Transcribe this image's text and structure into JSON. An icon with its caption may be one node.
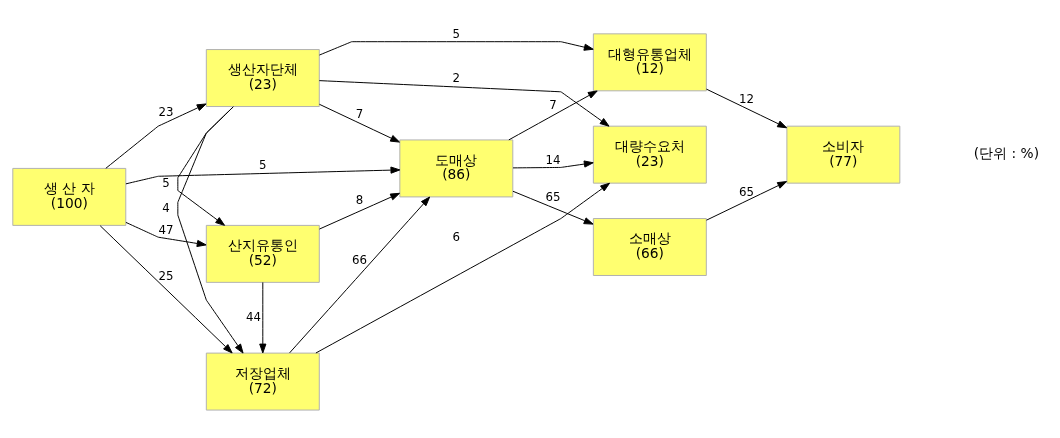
{
  "diagram": {
    "nodes": [
      {
        "text": [
          "산지유통인",
          "(52)"
        ]
      },
      {
        "text": [
          "생 산 자",
          "(100)"
        ]
      },
      {
        "text": [
          "저장업체",
          "(72)"
        ]
      },
      {
        "text": [
          "생산자단체",
          "(23)"
        ]
      },
      {
        "text": [
          "도매상",
          "(86)"
        ]
      },
      {
        "text": [
          "소매상",
          "(66)"
        ]
      },
      {
        "text": [
          "소비자",
          "(77)"
        ]
      },
      {
        "text": [
          "대형유통업체",
          "(12)"
        ]
      },
      {
        "text": [
          "대량수요처",
          "(23)"
        ]
      }
    ],
    "edges": [
      {
        "from": 1,
        "to": 0,
        "arrow": "to",
        "label": "47"
      },
      {
        "from": 0,
        "to": 2,
        "arrow": "to",
        "label": "44"
      },
      {
        "from": 1,
        "to": 4,
        "arrow": "to",
        "label": "5"
      },
      {
        "from": 1,
        "to": 2,
        "arrow": "to",
        "label": "25"
      },
      {
        "from": 1,
        "to": 3,
        "arrow": "to",
        "label": "23"
      },
      {
        "from": 0,
        "to": 4,
        "arrow": "to",
        "label": "8"
      },
      {
        "from": 3,
        "to": 0,
        "arrow": "to",
        "label": "5"
      },
      {
        "from": 2,
        "to": 4,
        "arrow": "to",
        "label": "66"
      },
      {
        "from": 3,
        "to": 2,
        "arrow": "to",
        "label": "4"
      },
      {
        "from": 3,
        "to": 4,
        "arrow": "to",
        "label": "7"
      },
      {
        "from": 3,
        "to": 7,
        "arrow": "to",
        "label": "5"
      },
      {
        "from": 2,
        "to": 8,
        "arrow": "to",
        "label": "6"
      },
      {
        "from": 3,
        "to": 8,
        "arrow": "to",
        "label": "2"
      },
      {
        "from": 4,
        "to": 5,
        "arrow": "to",
        "label": "65"
      },
      {
        "from": 4,
        "to": 7,
        "arrow": "to",
        "label": "7"
      },
      {
        "from": 4,
        "to": 8,
        "arrow": "to",
        "label": "14"
      },
      {
        "from": 5,
        "to": 6,
        "arrow": "to",
        "label": "65"
      },
      {
        "from": 7,
        "to": 6,
        "arrow": "to",
        "label": "12"
      }
    ],
    "labels": [
      "(단위 : %)"
    ]
  }
}
